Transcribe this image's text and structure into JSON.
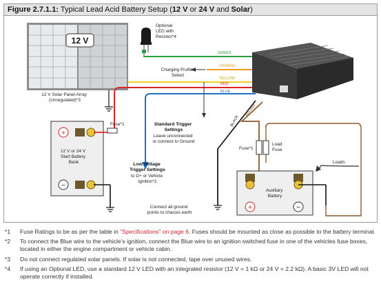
{
  "figure": {
    "number": "Figure 2.7.1.1:",
    "title_prefix": " Typical Lead Acid Battery Setup (",
    "v12": "12 V",
    "or": " or ",
    "v24": "24 V",
    "and": " and ",
    "solar": "Solar",
    "close": ")"
  },
  "diagram": {
    "solar_voltage": "12 V",
    "solar_label": [
      "12 V Solar Panel Array",
      "(Unregulated)*3"
    ],
    "led_label": [
      "Optional",
      "LED with",
      "Resistor*4"
    ],
    "charging_profile": [
      "Charging Profile",
      "Select"
    ],
    "wires": {
      "green": "GREEN",
      "orange": "ORANGE",
      "yellow": "YELLOW",
      "red": "RED",
      "blue": "BLUE",
      "black": "BLACK",
      "brown": "BROWN"
    },
    "fuse1": "Fuse*1",
    "start_battery": [
      "12 V or 24 V",
      "Start Battery",
      "Bank"
    ],
    "standard_trigger": {
      "title": [
        "Standard Trigger",
        "Settings"
      ],
      "text": [
        "Leave unconnected",
        "or connect to Ground"
      ]
    },
    "low_voltage": {
      "title": [
        "Low Voltage",
        "Trigger Settings"
      ],
      "text": [
        "to D+ or Vehicle",
        "Ignition*2"
      ]
    },
    "ground_note": [
      "Connect all ground",
      "points to chassis earth"
    ],
    "fuse2": "Fuse*1",
    "load_fuse": [
      "Load",
      "Fuse"
    ],
    "loads": "Loads",
    "aux_battery": [
      "Auxiliary",
      "Battery"
    ]
  },
  "notes": [
    {
      "num": "*1",
      "parts": [
        {
          "t": "Fuse Ratings to be as per the table in "
        },
        {
          "t": "\"Specifications\" on page 6",
          "red": true
        },
        {
          "t": ". Fuses should be mounted as close as possible to the battery terminal."
        }
      ]
    },
    {
      "num": "*2",
      "parts": [
        {
          "t": "To connect the Blue wire to the vehicle's ignition, connect the Blue wire to an ignition switched fuse in one of the vehicles fuse boxes, located in either the engine compartment or vehicle cabin."
        }
      ]
    },
    {
      "num": "*3",
      "parts": [
        {
          "t": "Do not connect regulated solar panels. If solar is not connected, tape over unused wires."
        }
      ]
    },
    {
      "num": "*4",
      "parts": [
        {
          "t": "If using an Optional LED, use a standard 12 V LED with an integrated resistor (12 V = 1 kΩ or 24 V = 2.2 kΩ). A basic 3V LED will not operate correctly if installed."
        }
      ]
    }
  ],
  "colors": {
    "green": "#2e9e44",
    "orange": "#f39a1e",
    "yellow": "#f3d11e",
    "red": "#e02424",
    "blue": "#1f6fc4",
    "brown": "#8b5a2b",
    "black": "#1a1a1a",
    "positive": "#d2232a"
  }
}
